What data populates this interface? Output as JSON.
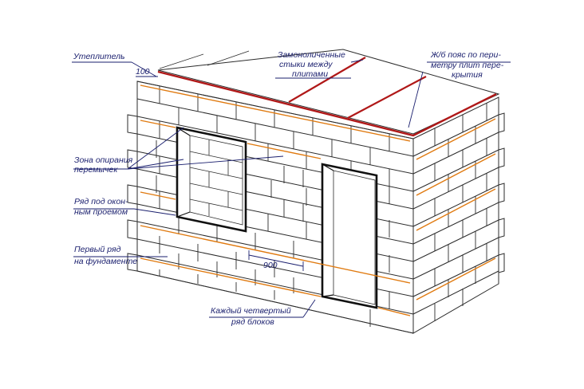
{
  "colors": {
    "block_line": "#2b2b2b",
    "callout": "#1a1f6e",
    "reinforcement": "#e07a10",
    "concrete_belt": "#b01818"
  },
  "labels": {
    "insulation": "Утеплитель",
    "insulation_size": "100",
    "monolithic_joints_l1": "Замоноличенные",
    "monolithic_joints_l2": "стыки между",
    "monolithic_joints_l3": "плитами",
    "rc_belt_l1": "Ж/б пояс по пери-",
    "rc_belt_l2": "метру плит пере-",
    "rc_belt_l3": "крытия",
    "lintel_zone_l1": "Зона опирания",
    "lintel_zone_l2": "перемычек",
    "window_row_l1": "Ряд под окон-",
    "window_row_l2": "ным проемом",
    "first_row_l1": "Первый ряд",
    "first_row_l2": "на фундаменте",
    "door_width": "900",
    "every_fourth_l1": "Каждый четвертый",
    "every_fourth_l2": "ряд блоков"
  }
}
